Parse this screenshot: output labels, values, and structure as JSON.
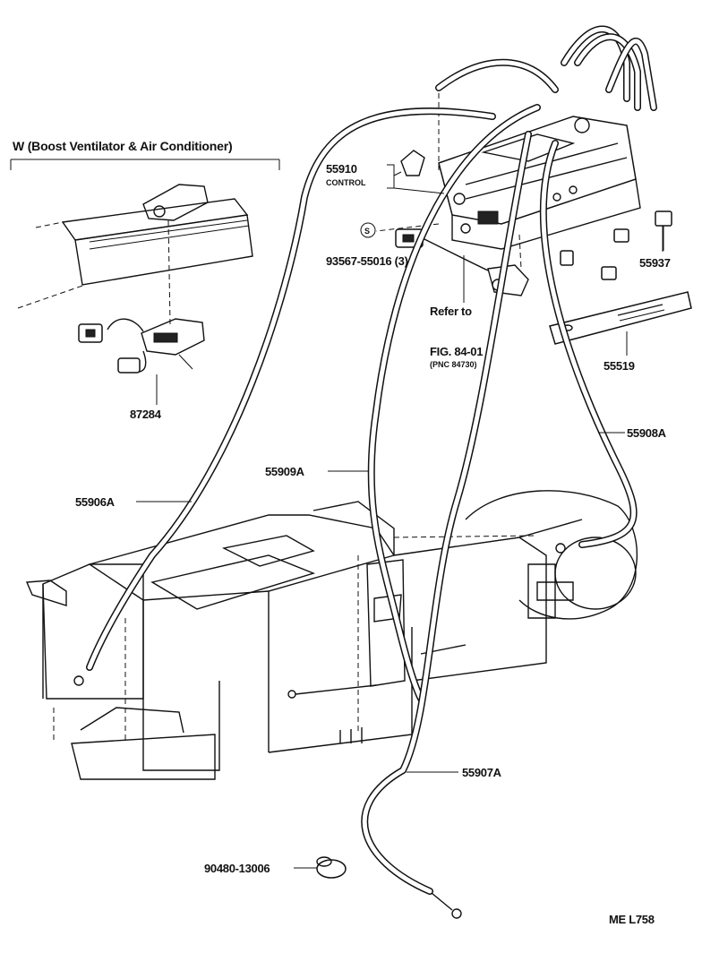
{
  "diagram": {
    "group_title": "W (Boost Ventilator & Air Conditioner)",
    "labels": {
      "control_part": "55910",
      "control_name": "CONTROL",
      "screw_symbol": "S",
      "screw_part": "93567-55016 (3)",
      "refer_to": "Refer to",
      "fig_ref": "FIG. 84-01",
      "pnc_ref": "(PNC 84730)",
      "knob_part": "55937",
      "plate_part": "55519",
      "cable_908": "55908A",
      "cable_909": "55909A",
      "cable_906": "55906A",
      "cable_907": "55907A",
      "harness_part": "87284",
      "clip_part": "90480-13006",
      "drawing_code": "ME  L758"
    }
  }
}
